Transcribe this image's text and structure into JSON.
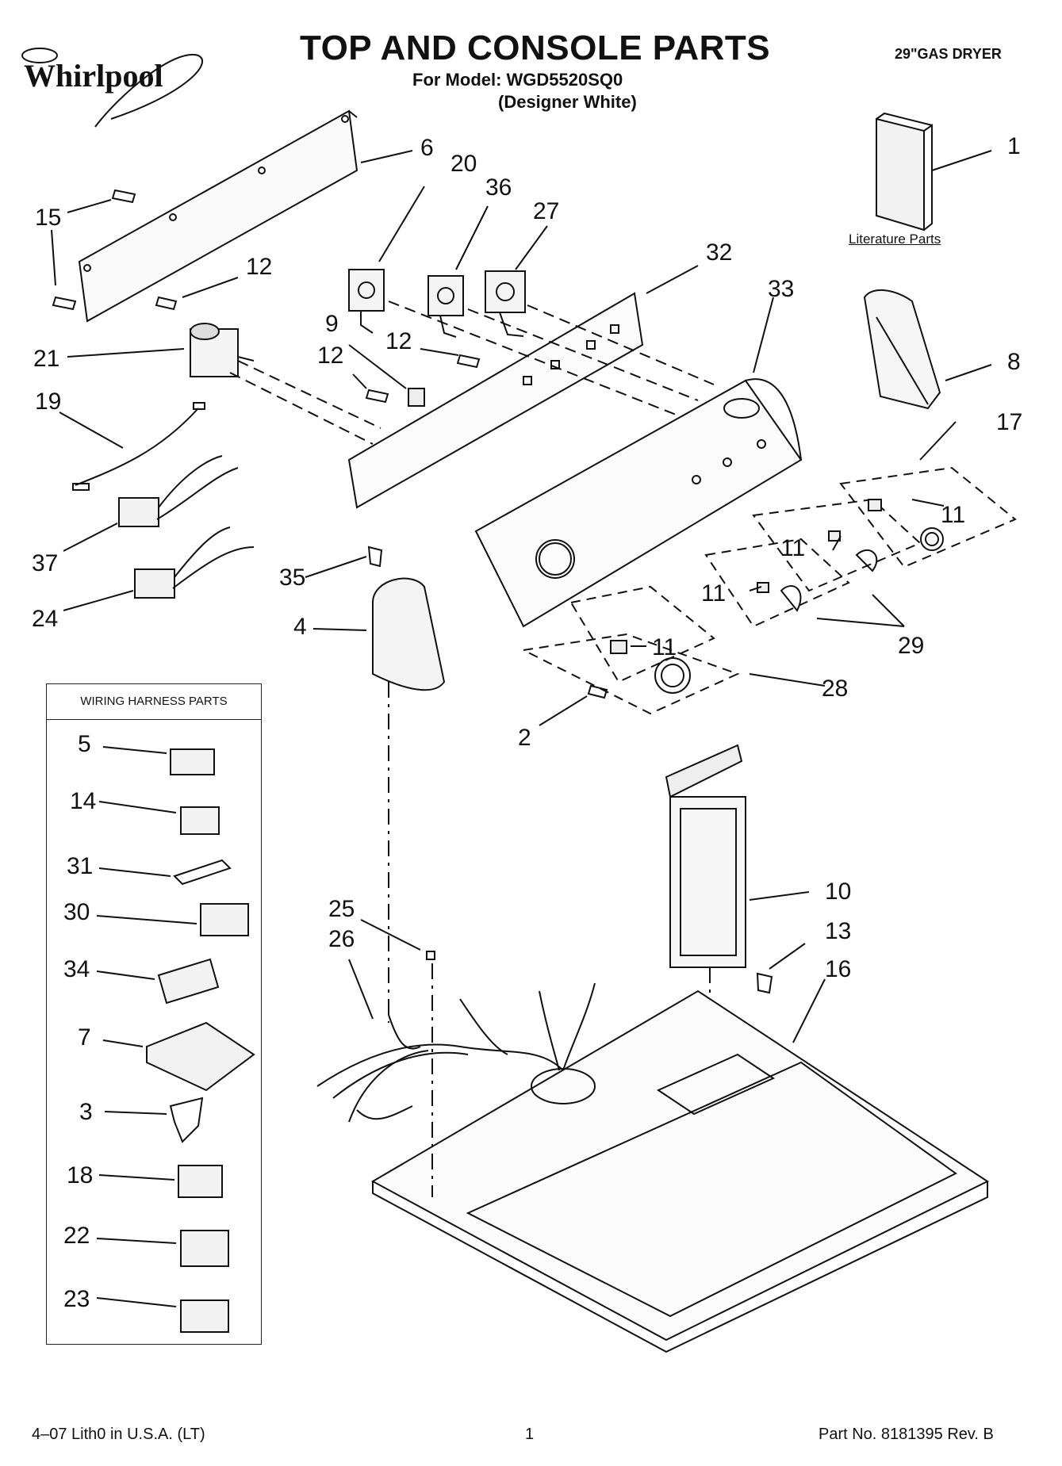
{
  "brand": "Whirlpool",
  "header": {
    "title": "TOP AND CONSOLE PARTS",
    "model_line": "For Model: WGD5520SQ0",
    "color_line": "(Designer White)",
    "product": "29\"GAS DRYER"
  },
  "literature_label": "Literature Parts",
  "wiring_box": {
    "heading": "WIRING HARNESS PARTS",
    "callouts": [
      "5",
      "14",
      "31",
      "30",
      "34",
      "7",
      "3",
      "18",
      "22",
      "23"
    ]
  },
  "callouts": [
    "1",
    "2",
    "4",
    "6",
    "8",
    "9",
    "10",
    "11",
    "11",
    "11",
    "11",
    "12",
    "12",
    "12",
    "13",
    "15",
    "16",
    "17",
    "19",
    "20",
    "21",
    "24",
    "25",
    "26",
    "27",
    "28",
    "29",
    "32",
    "33",
    "35",
    "36",
    "37"
  ],
  "footer": {
    "left": "4–07 Lith0 in U.S.A. (LT)",
    "center": "1",
    "right": "Part No. 8181395 Rev. B"
  }
}
